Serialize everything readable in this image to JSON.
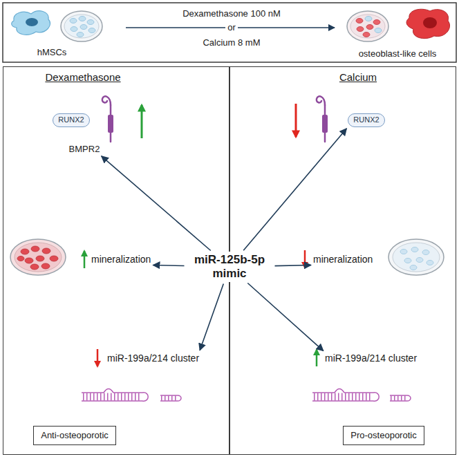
{
  "diagram": {
    "nodes": [
      {
        "text": [
          "Dexamethasone"
        ]
      },
      {
        "text": [
          "RUNX2"
        ],
        "in": 0
      },
      {
        "text": [
          "BMPR2"
        ],
        "in": 0
      },
      {
        "text": [
          "mineralization"
        ],
        "in": 0
      },
      {
        "text": [
          "miR-199a/214 cluster"
        ],
        "in": 0
      },
      {
        "text": [
          "Anti-osteoporotic"
        ],
        "in": 0
      },
      {
        "text": [
          "Calcium"
        ]
      },
      {
        "text": [
          "RUNX2"
        ],
        "in": 6
      },
      {
        "text": [
          "mineralization"
        ],
        "in": 6
      },
      {
        "text": [
          "miR-199a/214 cluster"
        ],
        "in": 6
      },
      {
        "text": [
          "Pro-osteoporotic"
        ],
        "in": 6
      },
      {
        "text": [
          "miR-125b-5p mimic"
        ]
      }
    ],
    "edges": [
      {
        "from": 11,
        "to": 2,
        "arrow": "to"
      },
      {
        "from": 11,
        "to": 3,
        "arrow": "to"
      },
      {
        "from": 11,
        "to": 4,
        "arrow": "to"
      },
      {
        "from": 11,
        "to": 7,
        "arrow": "to"
      },
      {
        "from": 11,
        "to": 8,
        "arrow": "to"
      },
      {
        "from": 11,
        "to": 9,
        "arrow": "to"
      }
    ],
    "labels": [
      "hMSCs",
      "Dexamethasone 100 nM",
      "or",
      "Calcium 8 mM",
      "osteoblast-like cells"
    ]
  }
}
